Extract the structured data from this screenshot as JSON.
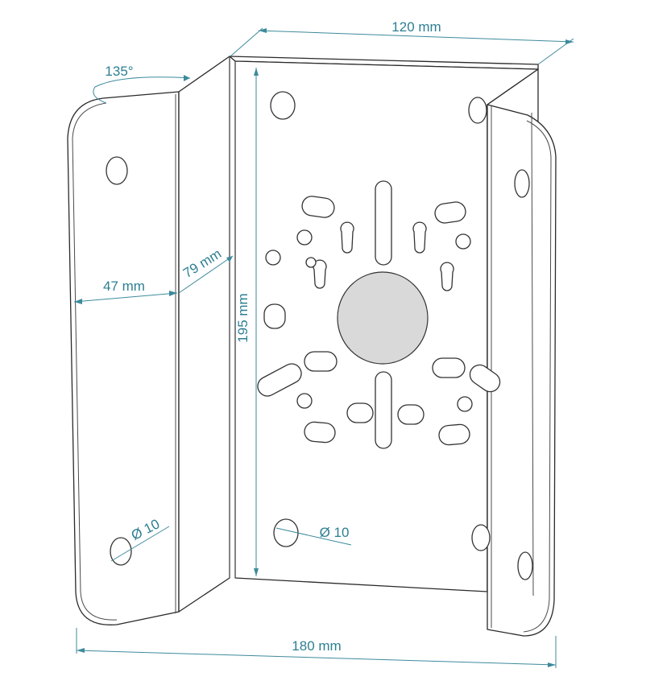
{
  "dimensions": {
    "width_top": "120 mm",
    "angle": "135°",
    "left_flange": "47 mm",
    "side_flange": "79 mm",
    "height": "195 mm",
    "hole_left": "Ø 10",
    "hole_center": "Ø 10",
    "width_bottom": "180 mm"
  },
  "colors": {
    "dimension": "#3d8a9c",
    "outline": "#2a2a2a",
    "fill": "#ffffff"
  }
}
